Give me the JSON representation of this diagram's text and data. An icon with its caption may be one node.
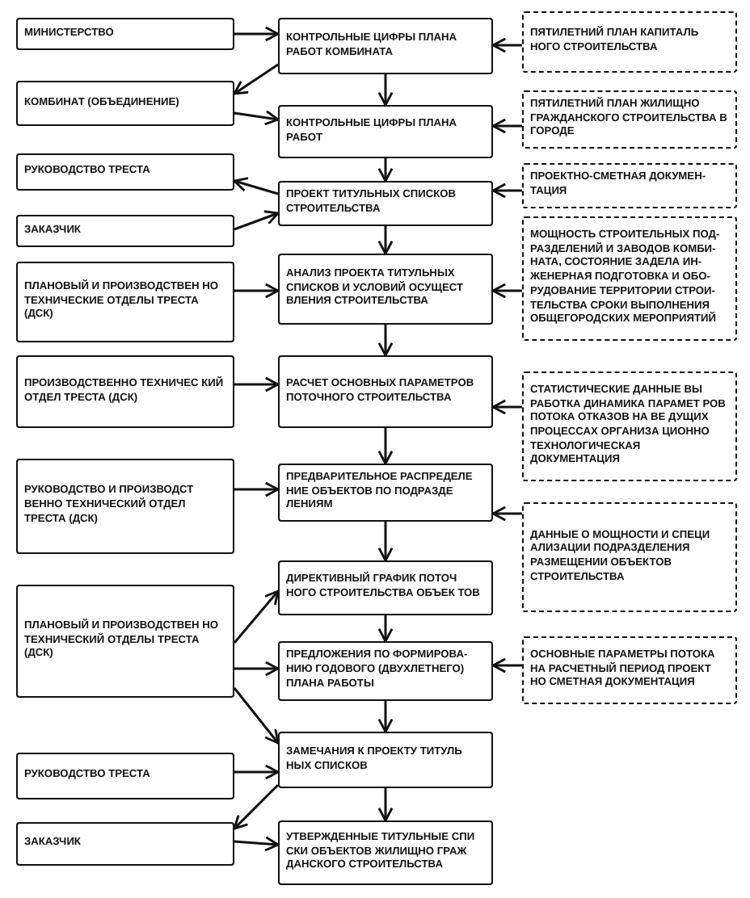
{
  "diagram": {
    "nodes": [
      {
        "text": [
          "МИНИСТЕРСТВО"
        ]
      },
      {
        "text": [
          "КОМБИНАТ (ОБЪЕДИНЕНИЕ)"
        ]
      },
      {
        "text": [
          "РУКОВОДСТВО ТРЕСТА"
        ]
      },
      {
        "text": [
          "ЗАКАЗЧИК"
        ]
      },
      {
        "text": [
          "ПЛАНОВЫЙ И ПРОИЗВОДСТВЕН НО ТЕХНИЧЕСКИЕ ОТДЕЛЫ ТРЕСТА (ДСК)"
        ]
      },
      {
        "text": [
          "ПРОИЗВОДСТВЕННО ТЕХНИЧЕС КИЙ ОТДЕЛ ТРЕСТА (ДСК)"
        ]
      },
      {
        "text": [
          "РУКОВОДСТВО И ПРОИЗВОДСТ ВЕННО ТЕХНИЧЕСКИЙ ОТДЕЛ ТРЕСТА (ДСК)"
        ]
      },
      {
        "text": [
          "ПЛАНОВЫЙ И ПРОИЗВОДСТВЕН НО ТЕХНИЧЕСКИЙ ОТДЕЛЫ ТРЕСТА (ДСК)"
        ]
      },
      {
        "text": [
          "РУКОВОДСТВО ТРЕСТА"
        ]
      },
      {
        "text": [
          "ЗАКАЗЧИК"
        ]
      },
      {
        "text": [
          "КОНТРОЛЬНЫЕ ЦИФРЫ ПЛАНА РАБОТ КОМБИНАТА"
        ]
      },
      {
        "text": [
          "КОНТРОЛЬНЫЕ ЦИФРЫ ПЛАНА РАБОТ"
        ]
      },
      {
        "text": [
          "ПРОЕКТ ТИТУЛЬНЫХ СПИСКОВ СТРОИТЕЛЬСТВА"
        ]
      },
      {
        "text": [
          "АНАЛИЗ ПРОЕКТА ТИТУЛЬНЫХ СПИСКОВ И УСЛОВИЙ ОСУЩЕСТ ВЛЕНИЯ СТРОИТЕЛЬСТВА"
        ]
      },
      {
        "text": [
          "РАСЧЕТ ОСНОВНЫХ ПАРАМЕТРОВ ПОТОЧНОГО СТРОИТЕЛЬСТВА"
        ]
      },
      {
        "text": [
          "ПРЕДВАРИТЕЛЬНОЕ РАСПРЕДЕЛЕ НИЕ ОБЪЕКТОВ ПО ПОДРАЗДЕ ЛЕНИЯМ"
        ]
      },
      {
        "text": [
          "ДИРЕКТИВНЫЙ ГРАФИК ПОТОЧ НОГО СТРОИТЕЛЬСТВА ОБЪЕК ТОВ"
        ]
      },
      {
        "text": [
          "ПРЕДЛОЖЕНИЯ ПО ФОРМИРОВА- НИЮ ГОДОВОГО (ДВУХЛЕТНЕГО) ПЛАНА РАБОТЫ"
        ]
      },
      {
        "text": [
          "ЗАМЕЧАНИЯ К ПРОЕКТУ ТИТУЛЬ НЫХ СПИСКОВ"
        ]
      },
      {
        "text": [
          "УТВЕРЖДЕННЫЕ ТИТУЛЬНЫЕ СПИ СКИ ОБЪЕКТОВ ЖИЛИЩНО ГРАЖ ДАНСКОГО СТРОИТЕЛЬСТВА"
        ]
      },
      {
        "text": [
          "ПЯТИЛЕТНИЙ ПЛАН КАПИТАЛЬ НОГО СТРОИТЕЛЬСТВА"
        ]
      },
      {
        "text": [
          "ПЯТИЛЕТНИЙ ПЛАН ЖИЛИЩНО ГРАЖДАНСКОГО СТРОИТЕЛЬСТВА В ГОРОДЕ"
        ]
      },
      {
        "text": [
          "ПРОЕКТНО-СМЕТНАЯ ДОКУМЕН- ТАЦИЯ"
        ]
      },
      {
        "text": [
          "МОЩНОСТЬ СТРОИТЕЛЬНЫХ ПОД- РАЗДЕЛЕНИЙ И ЗАВОДОВ КОМБИ- НАТА, СОСТОЯНИЕ ЗАДЕЛА ИН- ЖЕНЕРНАЯ ПОДГОТОВКА И ОБО- РУДОВАНИЕ ТЕРРИТОРИИ СТРОИ- ТЕЛЬСТВА СРОКИ ВЫПОЛНЕНИЯ ОБЩЕГОРОДСКИХ МЕРОПРИЯТИЙ"
        ]
      },
      {
        "text": [
          "СТАТИСТИЧЕСКИЕ ДАННЫЕ ВЫ РАБОТКА ДИНАМИКА ПАРАМЕТ РОВ ПОТОКА ОТКАЗОВ НА ВЕ ДУЩИХ ПРОЦЕССАХ ОРГАНИЗА ЦИОННО ТЕХНОЛОГИЧЕСКАЯ ДОКУМЕНТАЦИЯ"
        ]
      },
      {
        "text": [
          "ДАННЫЕ О МОЩНОСТИ И СПЕЦИ АЛИЗАЦИИ ПОДРАЗДЕЛЕНИЯ РАЗМЕЩЕНИИ ОБЪЕКТОВ СТРОИТЕЛЬСТВА"
        ]
      },
      {
        "text": [
          "ОСНОВНЫЕ ПАРАМЕТРЫ ПОТОКА НА РАСЧЕТНЫЙ ПЕРИОД ПРОЕКТ НО СМЕТНАЯ ДОКУМЕНТАЦИЯ"
        ]
      }
    ],
    "edges": [
      {
        "from": 0,
        "to": 10,
        "arrow": "to"
      },
      {
        "from": 10,
        "to": 1,
        "arrow": "to"
      },
      {
        "from": 1,
        "to": 11,
        "arrow": "to"
      },
      {
        "from": 10,
        "to": 11,
        "arrow": "to"
      },
      {
        "from": 20,
        "to": 10,
        "arrow": "to"
      },
      {
        "from": 21,
        "to": 11,
        "arrow": "to"
      },
      {
        "from": 11,
        "to": 12,
        "arrow": "to"
      },
      {
        "from": 12,
        "to": 2,
        "arrow": "to"
      },
      {
        "from": 3,
        "to": 12,
        "arrow": "to"
      },
      {
        "from": 22,
        "to": 12,
        "arrow": "to"
      },
      {
        "from": 12,
        "to": 13,
        "arrow": "to"
      },
      {
        "from": 4,
        "to": 13,
        "arrow": "to"
      },
      {
        "from": 23,
        "to": 13,
        "arrow": "to"
      },
      {
        "from": 13,
        "to": 14,
        "arrow": "to"
      },
      {
        "from": 5,
        "to": 14,
        "arrow": "to"
      },
      {
        "from": 24,
        "to": 14,
        "arrow": "to"
      },
      {
        "from": 14,
        "to": 15,
        "arrow": "to"
      },
      {
        "from": 6,
        "to": 15,
        "arrow": "to"
      },
      {
        "from": 25,
        "to": 15,
        "arrow": "to"
      },
      {
        "from": 15,
        "to": 16,
        "arrow": "to"
      },
      {
        "from": 7,
        "to": 16,
        "arrow": "to"
      },
      {
        "from": 7,
        "to": 17,
        "arrow": "to"
      },
      {
        "from": 7,
        "to": 18,
        "arrow": "to"
      },
      {
        "from": 26,
        "to": 17,
        "arrow": "to"
      },
      {
        "from": 16,
        "to": 17,
        "arrow": "to"
      },
      {
        "from": 17,
        "to": 18,
        "arrow": "to"
      },
      {
        "from": 8,
        "to": 18,
        "arrow": "to"
      },
      {
        "from": 18,
        "to": 9,
        "arrow": "to"
      },
      {
        "from": 9,
        "to": 19,
        "arrow": "to"
      },
      {
        "from": 18,
        "to": 19,
        "arrow": "to"
      }
    ]
  }
}
